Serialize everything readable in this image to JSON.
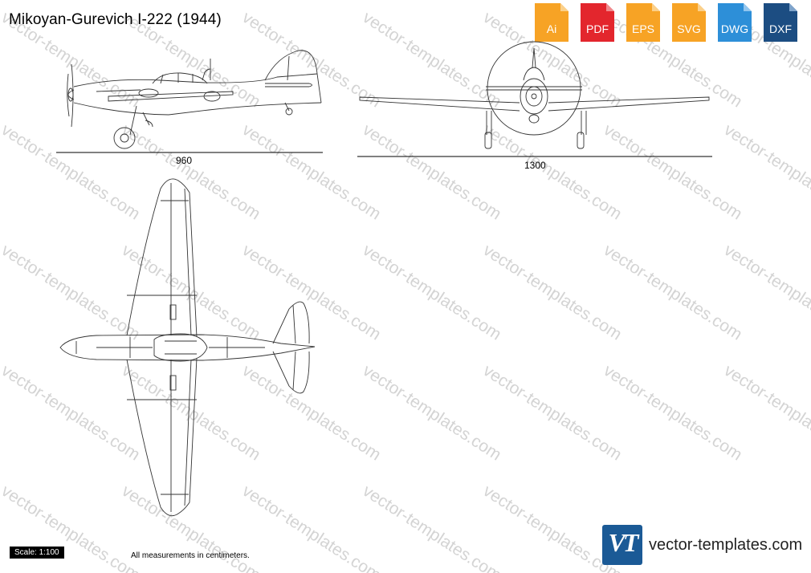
{
  "title": "Mikoyan-Gurevich I-222 (1944)",
  "formats": [
    {
      "label": "Ai",
      "color": "#f7a325",
      "icon": "ai-file-icon"
    },
    {
      "label": "PDF",
      "color": "#e3262d",
      "icon": "pdf-file-icon"
    },
    {
      "label": "EPS",
      "color": "#f7a325",
      "icon": "eps-file-icon"
    },
    {
      "label": "SVG",
      "color": "#f7a325",
      "icon": "svg-file-icon"
    },
    {
      "label": "DWG",
      "color": "#2d8fd8",
      "icon": "dwg-file-icon"
    },
    {
      "label": "DXF",
      "color": "#1c4d82",
      "icon": "dxf-file-icon"
    }
  ],
  "dimensions": {
    "side_length": "960",
    "front_span": "1300"
  },
  "scale_label": "Scale: 1:100",
  "note": "All measurements in centimeters.",
  "brand": {
    "logo_text": "VT",
    "url": "vector-templates.com",
    "color": "#1b5a96"
  },
  "watermark_text": "vector-templates.com"
}
